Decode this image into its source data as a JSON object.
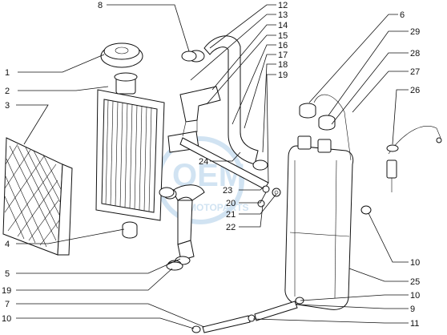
{
  "watermark": {
    "brand": "OEM",
    "sub": "MOTOPARTS",
    "color": "#c9dff0"
  },
  "callouts": [
    {
      "id": "1",
      "text": "1"
    },
    {
      "id": "2",
      "text": "2"
    },
    {
      "id": "3",
      "text": "3"
    },
    {
      "id": "4",
      "text": "4"
    },
    {
      "id": "5",
      "text": "5"
    },
    {
      "id": "19a",
      "text": "19"
    },
    {
      "id": "7",
      "text": "7"
    },
    {
      "id": "10a",
      "text": "10"
    },
    {
      "id": "8",
      "text": "8"
    },
    {
      "id": "12",
      "text": "12"
    },
    {
      "id": "13",
      "text": "13"
    },
    {
      "id": "14",
      "text": "14"
    },
    {
      "id": "15",
      "text": "15"
    },
    {
      "id": "16",
      "text": "16"
    },
    {
      "id": "17",
      "text": "17"
    },
    {
      "id": "18",
      "text": "18"
    },
    {
      "id": "19b",
      "text": "19"
    },
    {
      "id": "24",
      "text": "24"
    },
    {
      "id": "23",
      "text": "23"
    },
    {
      "id": "20",
      "text": "20"
    },
    {
      "id": "21",
      "text": "21"
    },
    {
      "id": "22",
      "text": "22"
    },
    {
      "id": "6",
      "text": "6"
    },
    {
      "id": "29",
      "text": "29"
    },
    {
      "id": "28",
      "text": "28"
    },
    {
      "id": "27",
      "text": "27"
    },
    {
      "id": "26",
      "text": "26"
    },
    {
      "id": "10b",
      "text": "10"
    },
    {
      "id": "25",
      "text": "25"
    },
    {
      "id": "10c",
      "text": "10"
    },
    {
      "id": "9",
      "text": "9"
    },
    {
      "id": "11",
      "text": "11"
    }
  ]
}
